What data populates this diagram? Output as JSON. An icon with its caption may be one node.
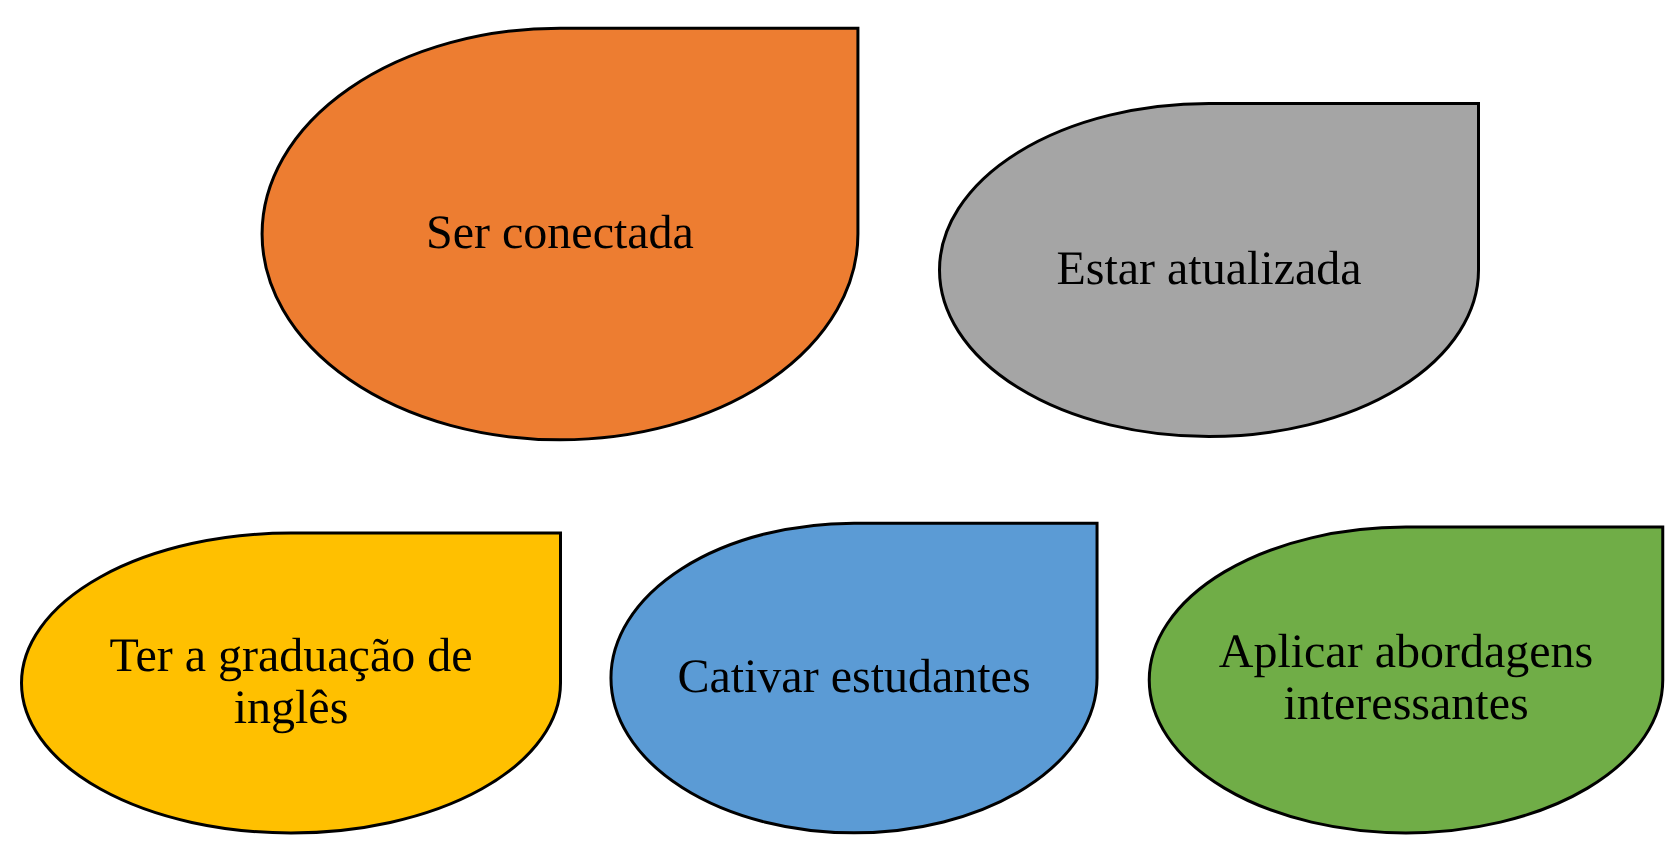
{
  "diagram": {
    "nodes": [
      {
        "text": [
          "Ser conectada"
        ]
      },
      {
        "text": [
          "Estar atualizada"
        ]
      },
      {
        "text": [
          "Ter a graduação de inglês"
        ]
      },
      {
        "text": [
          "Cativar estudantes"
        ]
      },
      {
        "text": [
          "Aplicar abordagens interessantes"
        ]
      }
    ],
    "edges": []
  }
}
